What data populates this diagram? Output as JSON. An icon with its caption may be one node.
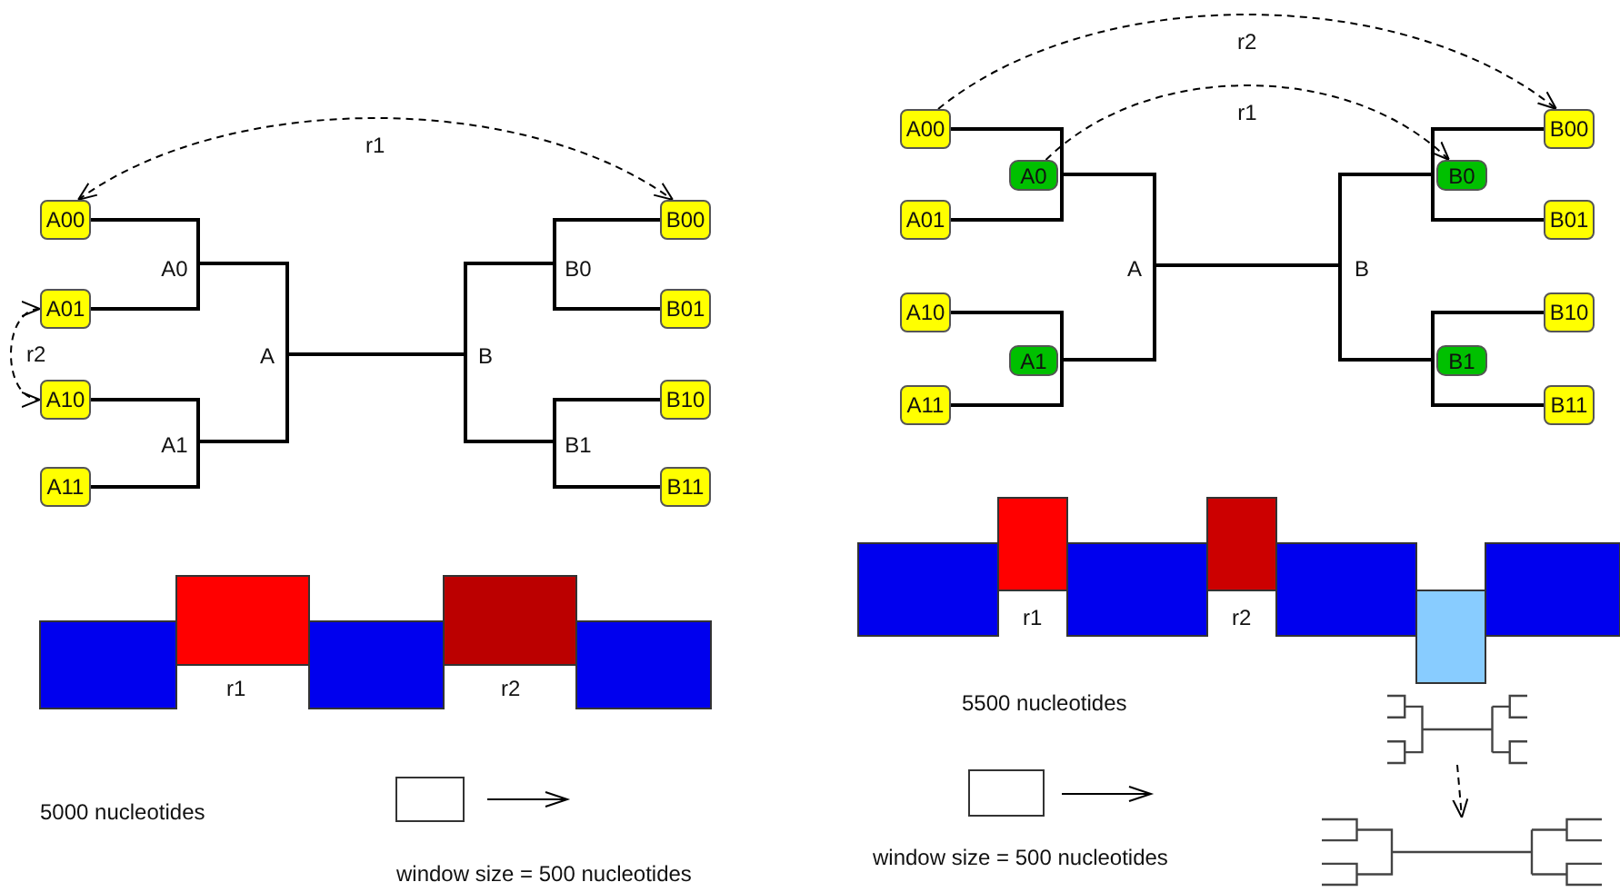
{
  "diagram": {
    "nodes": [
      {
        "text": [
          "A00"
        ]
      },
      {
        "text": [
          "A01"
        ]
      },
      {
        "text": [
          "A10"
        ]
      },
      {
        "text": [
          "A11"
        ]
      },
      {
        "text": [
          "A0"
        ]
      },
      {
        "text": [
          "A1"
        ]
      },
      {
        "text": [
          "A"
        ]
      },
      {
        "text": [
          "B"
        ]
      },
      {
        "text": [
          "B0"
        ]
      },
      {
        "text": [
          "B1"
        ]
      },
      {
        "text": [
          "B00"
        ]
      },
      {
        "text": [
          "B01"
        ]
      },
      {
        "text": [
          "B10"
        ]
      },
      {
        "text": [
          "B11"
        ]
      },
      {
        "text": [
          "A00"
        ]
      },
      {
        "text": [
          "A01"
        ]
      },
      {
        "text": [
          "A10"
        ]
      },
      {
        "text": [
          "A11"
        ]
      },
      {
        "text": [
          "A0"
        ]
      },
      {
        "text": [
          "A1"
        ]
      },
      {
        "text": [
          "A"
        ]
      },
      {
        "text": [
          "B"
        ]
      },
      {
        "text": [
          "B0"
        ]
      },
      {
        "text": [
          "B1"
        ]
      },
      {
        "text": [
          "B00"
        ]
      },
      {
        "text": [
          "B01"
        ]
      },
      {
        "text": [
          "B10"
        ]
      },
      {
        "text": [
          "B11"
        ]
      },
      {
        "text": [],
        "shape": "picture"
      },
      {
        "text": [],
        "shape": "picture"
      }
    ],
    "edges": [
      {
        "from": 0,
        "to": 4,
        "arrow": "none"
      },
      {
        "from": 1,
        "to": 4,
        "arrow": "none"
      },
      {
        "from": 4,
        "to": 6,
        "arrow": "none"
      },
      {
        "from": 2,
        "to": 5,
        "arrow": "none"
      },
      {
        "from": 3,
        "to": 5,
        "arrow": "none"
      },
      {
        "from": 5,
        "to": 6,
        "arrow": "none"
      },
      {
        "from": 6,
        "to": 7,
        "arrow": "none"
      },
      {
        "from": 7,
        "to": 8,
        "arrow": "none"
      },
      {
        "from": 8,
        "to": 10,
        "arrow": "none"
      },
      {
        "from": 8,
        "to": 11,
        "arrow": "none"
      },
      {
        "from": 7,
        "to": 9,
        "arrow": "none"
      },
      {
        "from": 9,
        "to": 12,
        "arrow": "none"
      },
      {
        "from": 9,
        "to": 13,
        "arrow": "none"
      },
      {
        "from": 0,
        "to": 10,
        "arrow": "both",
        "label": "r1",
        "style": "dashed"
      },
      {
        "from": 1,
        "to": 2,
        "arrow": "both",
        "label": "r2",
        "style": "dashed"
      },
      {
        "from": 14,
        "to": 18,
        "arrow": "none"
      },
      {
        "from": 15,
        "to": 18,
        "arrow": "none"
      },
      {
        "from": 18,
        "to": 20,
        "arrow": "none"
      },
      {
        "from": 16,
        "to": 19,
        "arrow": "none"
      },
      {
        "from": 17,
        "to": 19,
        "arrow": "none"
      },
      {
        "from": 19,
        "to": 20,
        "arrow": "none"
      },
      {
        "from": 20,
        "to": 21,
        "arrow": "none"
      },
      {
        "from": 21,
        "to": 22,
        "arrow": "none"
      },
      {
        "from": 22,
        "to": 24,
        "arrow": "none"
      },
      {
        "from": 22,
        "to": 25,
        "arrow": "none"
      },
      {
        "from": 21,
        "to": 23,
        "arrow": "none"
      },
      {
        "from": 23,
        "to": 26,
        "arrow": "none"
      },
      {
        "from": 23,
        "to": 27,
        "arrow": "none"
      },
      {
        "from": 14,
        "to": 24,
        "arrow": "to",
        "label": "r2",
        "style": "dashed"
      },
      {
        "from": 18,
        "to": 22,
        "arrow": "to",
        "label": "r1",
        "style": "dashed"
      },
      {
        "from": 28,
        "to": 29,
        "arrow": "to",
        "style": "dashed"
      }
    ],
    "labels": [
      "r1",
      "r2",
      "5000 nucleotides",
      "window size = 500 nucleotides",
      "r1",
      "r2",
      "5500 nucleotides",
      "window size = 500 nucleotides"
    ]
  }
}
